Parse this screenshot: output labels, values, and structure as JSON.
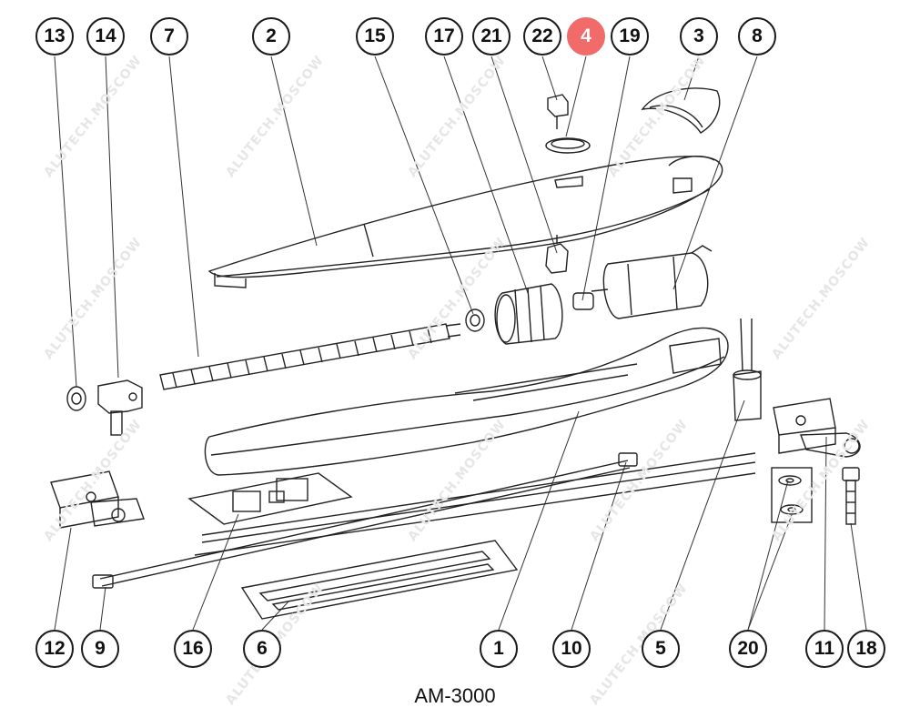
{
  "diagram": {
    "caption": "AM-3000",
    "watermark": "ALUTECH.MOSCOW",
    "highlight_color": "#f26b6b",
    "callouts": {
      "c13": "13",
      "c14": "14",
      "c7": "7",
      "c2": "2",
      "c15": "15",
      "c17": "17",
      "c21": "21",
      "c22": "22",
      "c4": "4",
      "c19": "19",
      "c3": "3",
      "c8": "8",
      "c12": "12",
      "c9": "9",
      "c16": "16",
      "c6": "6",
      "c1": "1",
      "c10": "10",
      "c5": "5",
      "c20": "20",
      "c11": "11",
      "c18": "18"
    },
    "highlighted_part": "4"
  }
}
